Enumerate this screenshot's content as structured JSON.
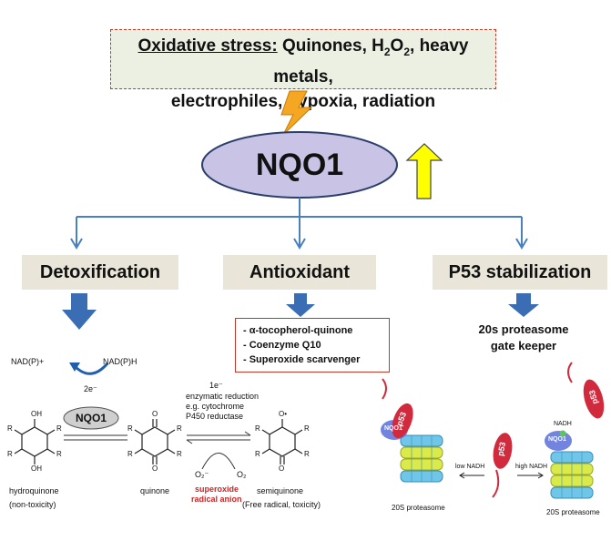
{
  "stress": {
    "heading": "Oxidative stress:",
    "line1_rest": " Quinones, H",
    "h2o2_sub1": "2",
    "h2o2_mid": "O",
    "h2o2_sub2": "2",
    "line1_end": ", heavy metals,",
    "line2": "electrophiles, hypoxia, radiation"
  },
  "center": {
    "label": "NQO1"
  },
  "categories": {
    "detox": "Detoxification",
    "antiox": "Antioxidant",
    "p53": "P53 stabilization"
  },
  "antioxidant_list": [
    "- α-tocopherol-quinone",
    "- Coenzyme Q10",
    "- Superoxide scarvenger"
  ],
  "p53_panel": {
    "title_line1": "20s proteasome",
    "title_line2": "gate keeper",
    "p53_label": "p53",
    "nqo1_label": "NQO1",
    "nadh_label": "NADH",
    "low_nadh": "low NADH",
    "high_nadh": "high NADH",
    "proteasome_left": "20S proteasome",
    "proteasome_right": "20S proteasome"
  },
  "detox_panel": {
    "nadp_plus": "NAD(P)+",
    "nadph": "NAD(P)H",
    "two_e": "2e⁻",
    "enzyme": "NQO1",
    "one_e": "1e⁻",
    "reduction_line1": "enzymatic reduction",
    "reduction_line2": "e.g. cytochrome",
    "reduction_line3": "P450 reductase",
    "hydroquinone": "hydroquinone",
    "hydroquinone_note": "(non-toxicity)",
    "quinone": "quinone",
    "semiquinone": "semiquinone",
    "semiquinone_note": "(Free radical, toxicity)",
    "superoxide_line1": "superoxide",
    "superoxide_line2": "radical anion",
    "o2_minus": "O₂⁻",
    "o2": "O₂",
    "oh": "OH",
    "o": "O",
    "o_radical": "O•",
    "r": "R"
  },
  "colors": {
    "connector": "#4a7fc0",
    "big_arrow": "#3b6db5",
    "ellipse_fill": "#c9c4e6",
    "ellipse_stroke": "#2c3e6b",
    "up_arrow": "#ffff00",
    "lightning": "#f5a623",
    "p53_red": "#d02a3c",
    "proteasome_blue": "#6fc6e8",
    "proteasome_yellow": "#d9ea4a"
  }
}
